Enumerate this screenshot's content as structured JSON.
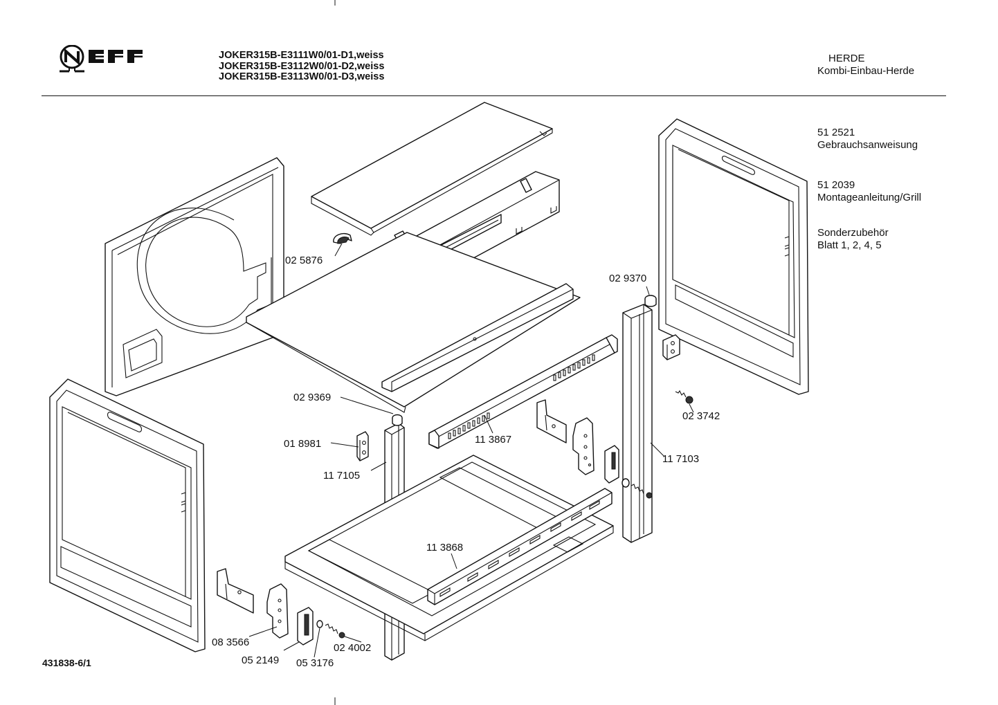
{
  "header": {
    "brand": "NEFF",
    "models": [
      "JOKER315B-E3111W0/01-D1,weiss",
      "JOKER315B-E3112W0/01-D2,weiss",
      "JOKER315B-E3113W0/01-D3,weiss"
    ],
    "category": "HERDE",
    "subcategory": "Kombi-Einbau-Herde"
  },
  "side_info": [
    {
      "number": "51 2521",
      "text": "Gebrauchsanweisung"
    },
    {
      "number": "51 2039",
      "text": "Montageanleitung/Grill"
    },
    {
      "number": "Sonderzubehör",
      "text": "Blatt 1, 2, 4, 5"
    }
  ],
  "callouts": {
    "c025876": "02 5876",
    "c029370": "02 9370",
    "c029369": "02 9369",
    "c018981": "01 8981",
    "c117105": "11 7105",
    "c113867": "11  3867",
    "c023742": "02 3742",
    "c117103": "11 7103",
    "c113868": "11 3868",
    "c083566": "08 3566",
    "c052149": "05 2149",
    "c053176": "05 3176",
    "c024002": "02 4002"
  },
  "footer": {
    "drawing_number": "431838-6/1"
  }
}
